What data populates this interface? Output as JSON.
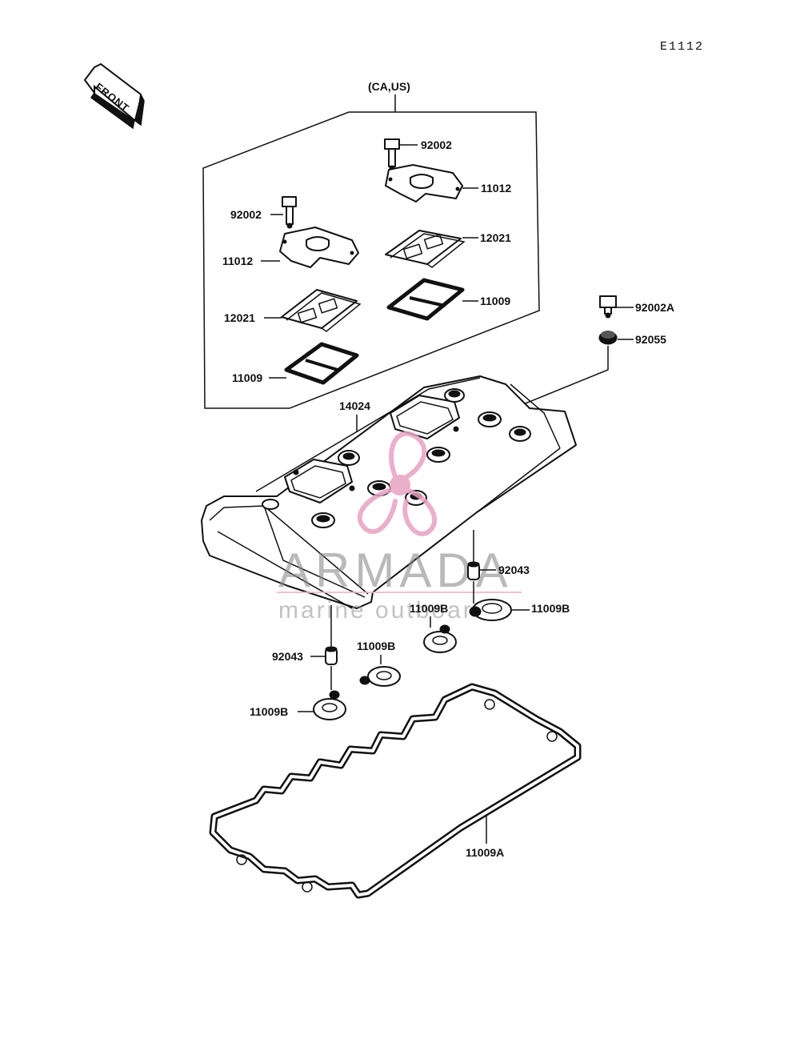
{
  "diagram_code": "E1112",
  "front_label": "FRONT",
  "region_label": "(CA,US)",
  "watermark": {
    "brand": "ARMADA",
    "tagline": "marine outboards",
    "logo_color": "#e7a2c3"
  },
  "parts": [
    {
      "id": "p-92002-right",
      "label": "92002"
    },
    {
      "id": "p-11012-right",
      "label": "11012"
    },
    {
      "id": "p-92002-left",
      "label": "92002"
    },
    {
      "id": "p-12021-right",
      "label": "12021"
    },
    {
      "id": "p-11012-left",
      "label": "11012"
    },
    {
      "id": "p-11009-right",
      "label": "11009"
    },
    {
      "id": "p-12021-left",
      "label": "12021"
    },
    {
      "id": "p-11009-left",
      "label": "11009"
    },
    {
      "id": "p-92002A",
      "label": "92002A"
    },
    {
      "id": "p-92055",
      "label": "92055"
    },
    {
      "id": "p-14024",
      "label": "14024"
    },
    {
      "id": "p-92043-right",
      "label": "92043"
    },
    {
      "id": "p-11009B-center",
      "label": "11009B"
    },
    {
      "id": "p-11009B-right",
      "label": "11009B"
    },
    {
      "id": "p-11009B-small",
      "label": "11009B"
    },
    {
      "id": "p-92043-left",
      "label": "92043"
    },
    {
      "id": "p-11009B-left",
      "label": "11009B"
    },
    {
      "id": "p-11009A",
      "label": "11009A"
    }
  ]
}
